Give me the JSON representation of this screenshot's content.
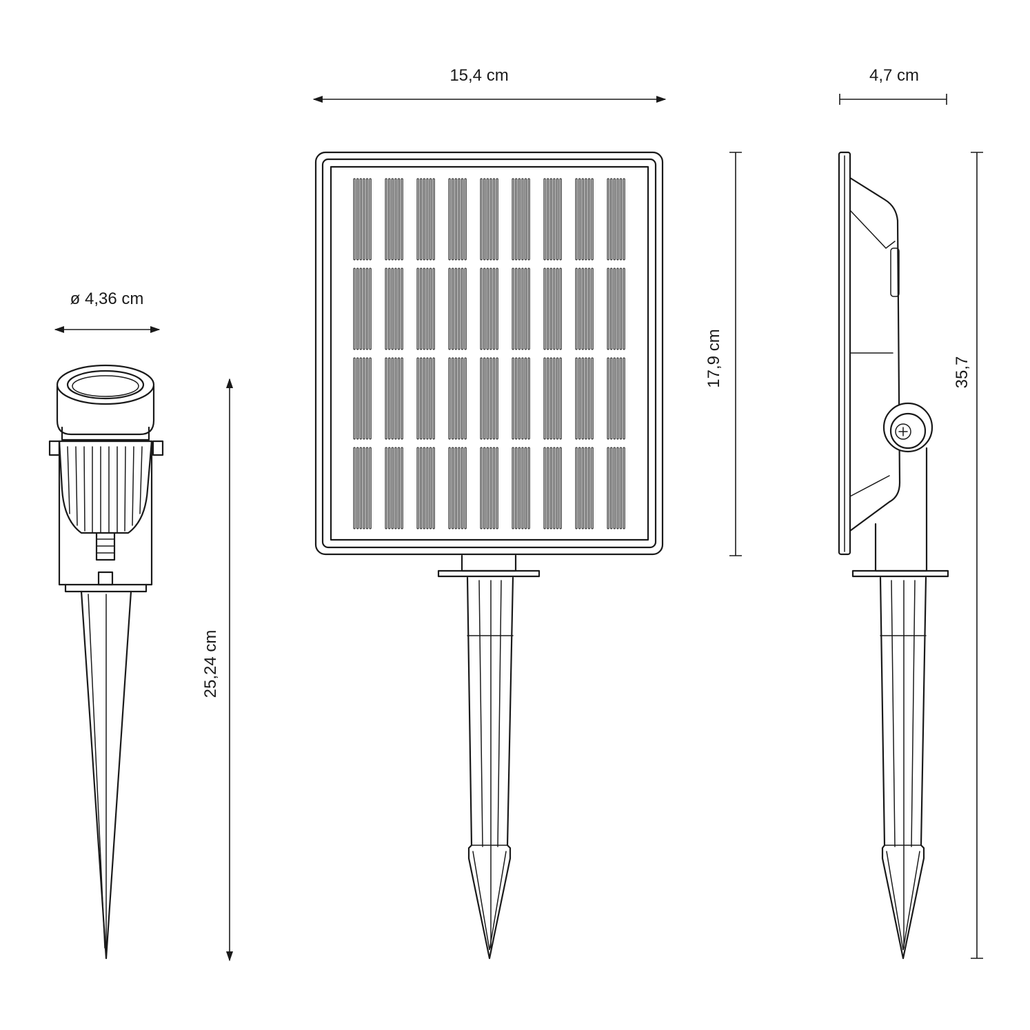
{
  "dimensions": {
    "lamp_diameter": "ø 4,36 cm",
    "lamp_height": "25,24 cm",
    "panel_width": "15,4 cm",
    "panel_height": "17,9 cm",
    "side_depth": "4,7 cm",
    "total_height": "35,7"
  },
  "colors": {
    "line": "#1a1a1a",
    "background": "#ffffff"
  },
  "panel_grid": {
    "columns": 9,
    "rows": 4,
    "bars_per_cell": 6
  }
}
